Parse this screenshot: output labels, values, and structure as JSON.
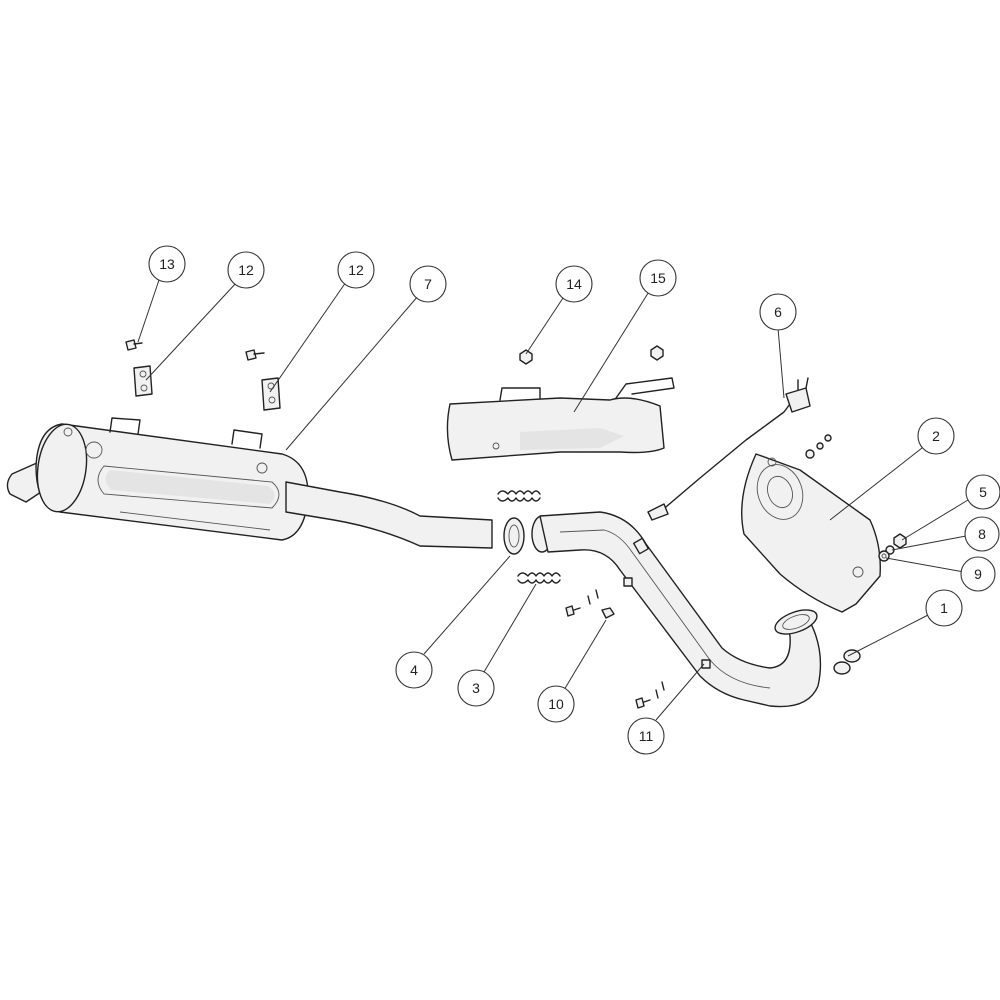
{
  "callouts": [
    {
      "id": "c13",
      "label": "13",
      "part": "bolt-13"
    },
    {
      "id": "c12a",
      "label": "12",
      "part": "bracket-12-left"
    },
    {
      "id": "c12b",
      "label": "12",
      "part": "bracket-12-right"
    },
    {
      "id": "c7",
      "label": "7",
      "part": "muffler-7"
    },
    {
      "id": "c14",
      "label": "14",
      "part": "nut-14"
    },
    {
      "id": "c15",
      "label": "15",
      "part": "heat-shield-15"
    },
    {
      "id": "c6",
      "label": "6",
      "part": "oxygen-sensor-6"
    },
    {
      "id": "c2",
      "label": "2",
      "part": "heat-shield-2"
    },
    {
      "id": "c5",
      "label": "5",
      "part": "nut-5"
    },
    {
      "id": "c8",
      "label": "8",
      "part": "washer-8"
    },
    {
      "id": "c9",
      "label": "9",
      "part": "washer-9"
    },
    {
      "id": "c1",
      "label": "1",
      "part": "gasket-1"
    },
    {
      "id": "c4",
      "label": "4",
      "part": "clamp-4"
    },
    {
      "id": "c3",
      "label": "3",
      "part": "spring-3"
    },
    {
      "id": "c10",
      "label": "10",
      "part": "bolt-10"
    },
    {
      "id": "c11",
      "label": "11",
      "part": "header-pipe-11"
    }
  ]
}
